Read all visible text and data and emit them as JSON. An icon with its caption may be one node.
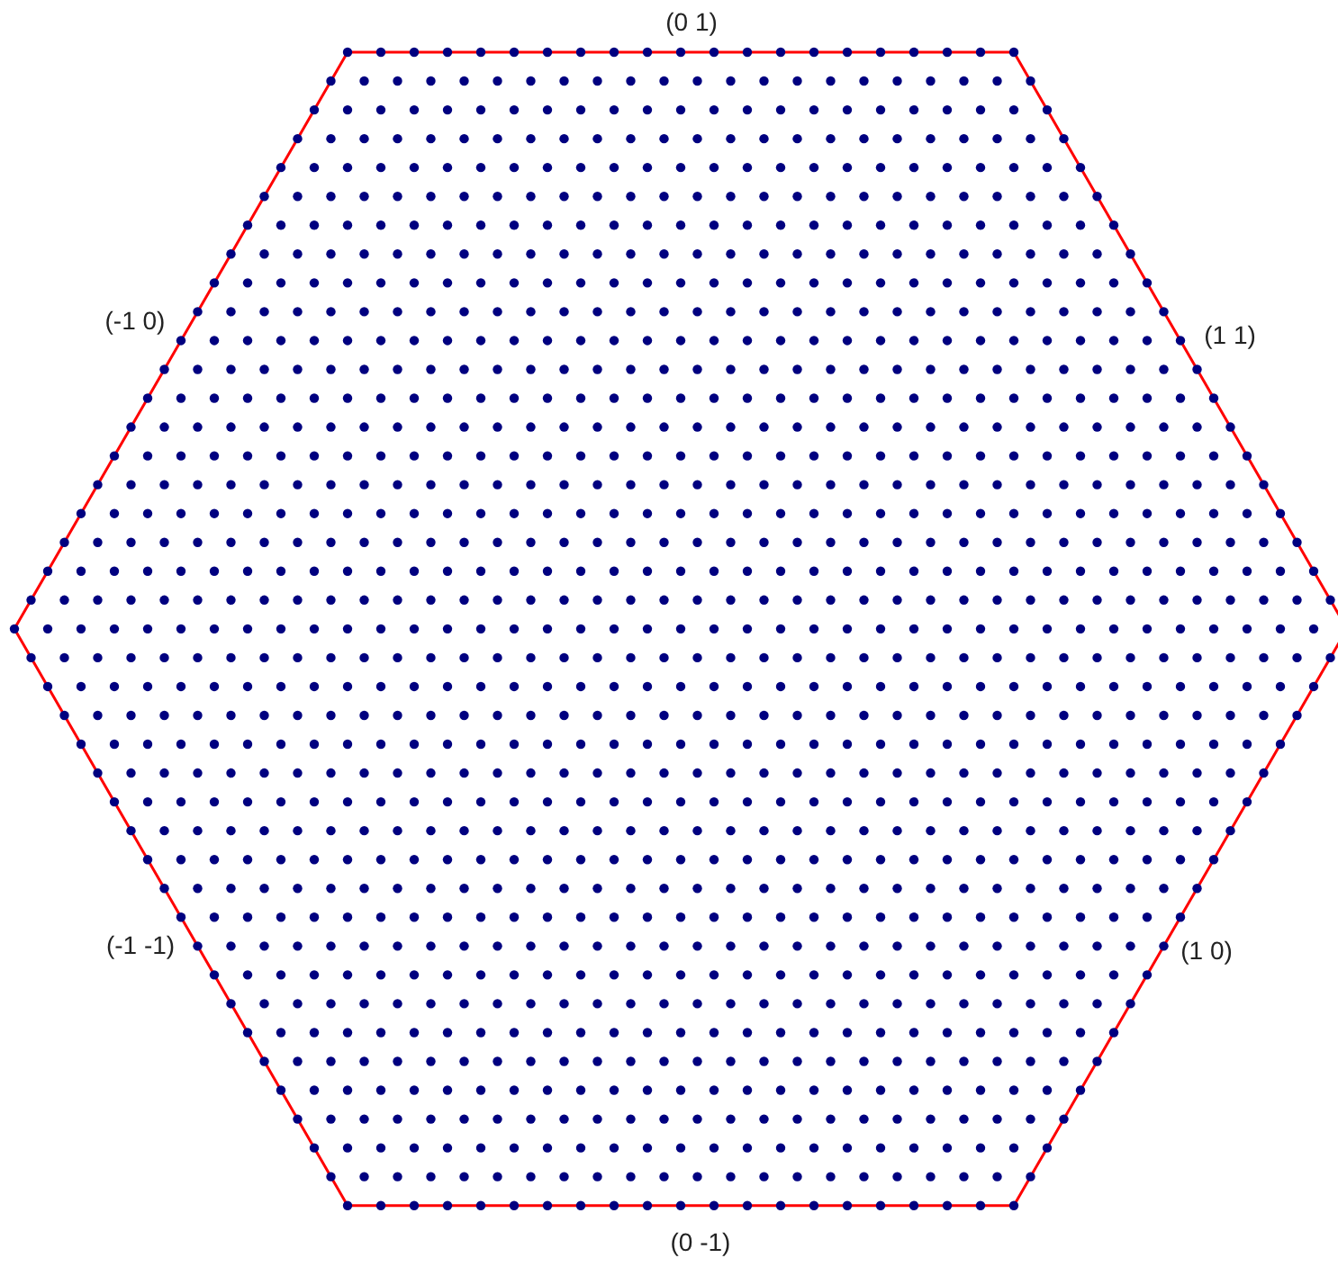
{
  "diagram": {
    "labels": [
      "(0 1)",
      "(-1 0)",
      "(1 1)",
      "(-1 -1)",
      "(1 0)",
      "(0 -1)"
    ]
  }
}
